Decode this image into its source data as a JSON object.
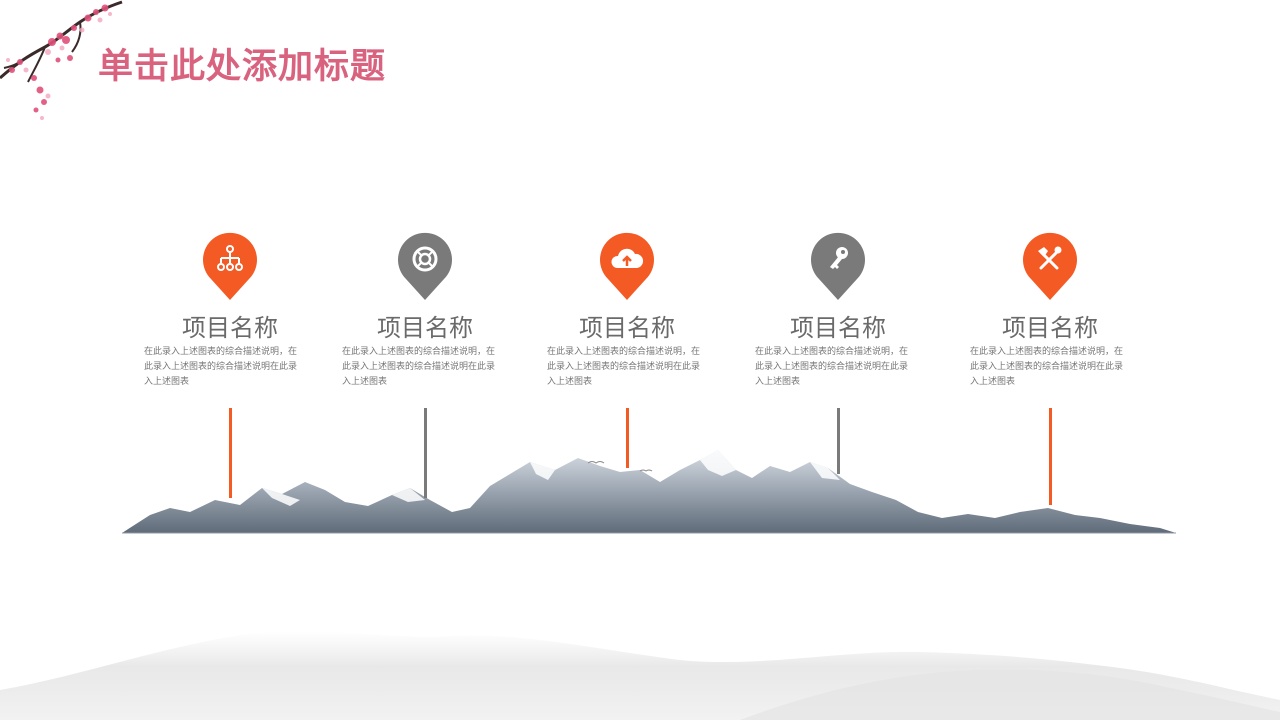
{
  "slide": {
    "title": "单击此处添加标题"
  },
  "colors": {
    "title": "#d9627f",
    "orange": "#f35a24",
    "gray": "#7a7a7a",
    "text": "#6a6a6a"
  },
  "items": [
    {
      "name": "项目名称",
      "desc": "在此录入上述图表的综合描述说明，在此录入上述图表的综合描述说明在此录入上述图表",
      "color": "orange",
      "icon": "hierarchy-icon"
    },
    {
      "name": "项目名称",
      "desc": "在此录入上述图表的综合描述说明，在此录入上述图表的综合描述说明在此录入上述图表",
      "color": "gray",
      "icon": "lifebuoy-icon"
    },
    {
      "name": "项目名称",
      "desc": "在此录入上述图表的综合描述说明，在此录入上述图表的综合描述说明在此录入上述图表",
      "color": "orange",
      "icon": "cloud-upload-icon"
    },
    {
      "name": "项目名称",
      "desc": "在此录入上述图表的综合描述说明，在此录入上述图表的综合描述说明在此录入上述图表",
      "color": "gray",
      "icon": "key-icon"
    },
    {
      "name": "项目名称",
      "desc": "在此录入上述图表的综合描述说明，在此录入上述图表的综合描述说明在此录入上述图表",
      "color": "orange",
      "icon": "tools-icon"
    }
  ]
}
